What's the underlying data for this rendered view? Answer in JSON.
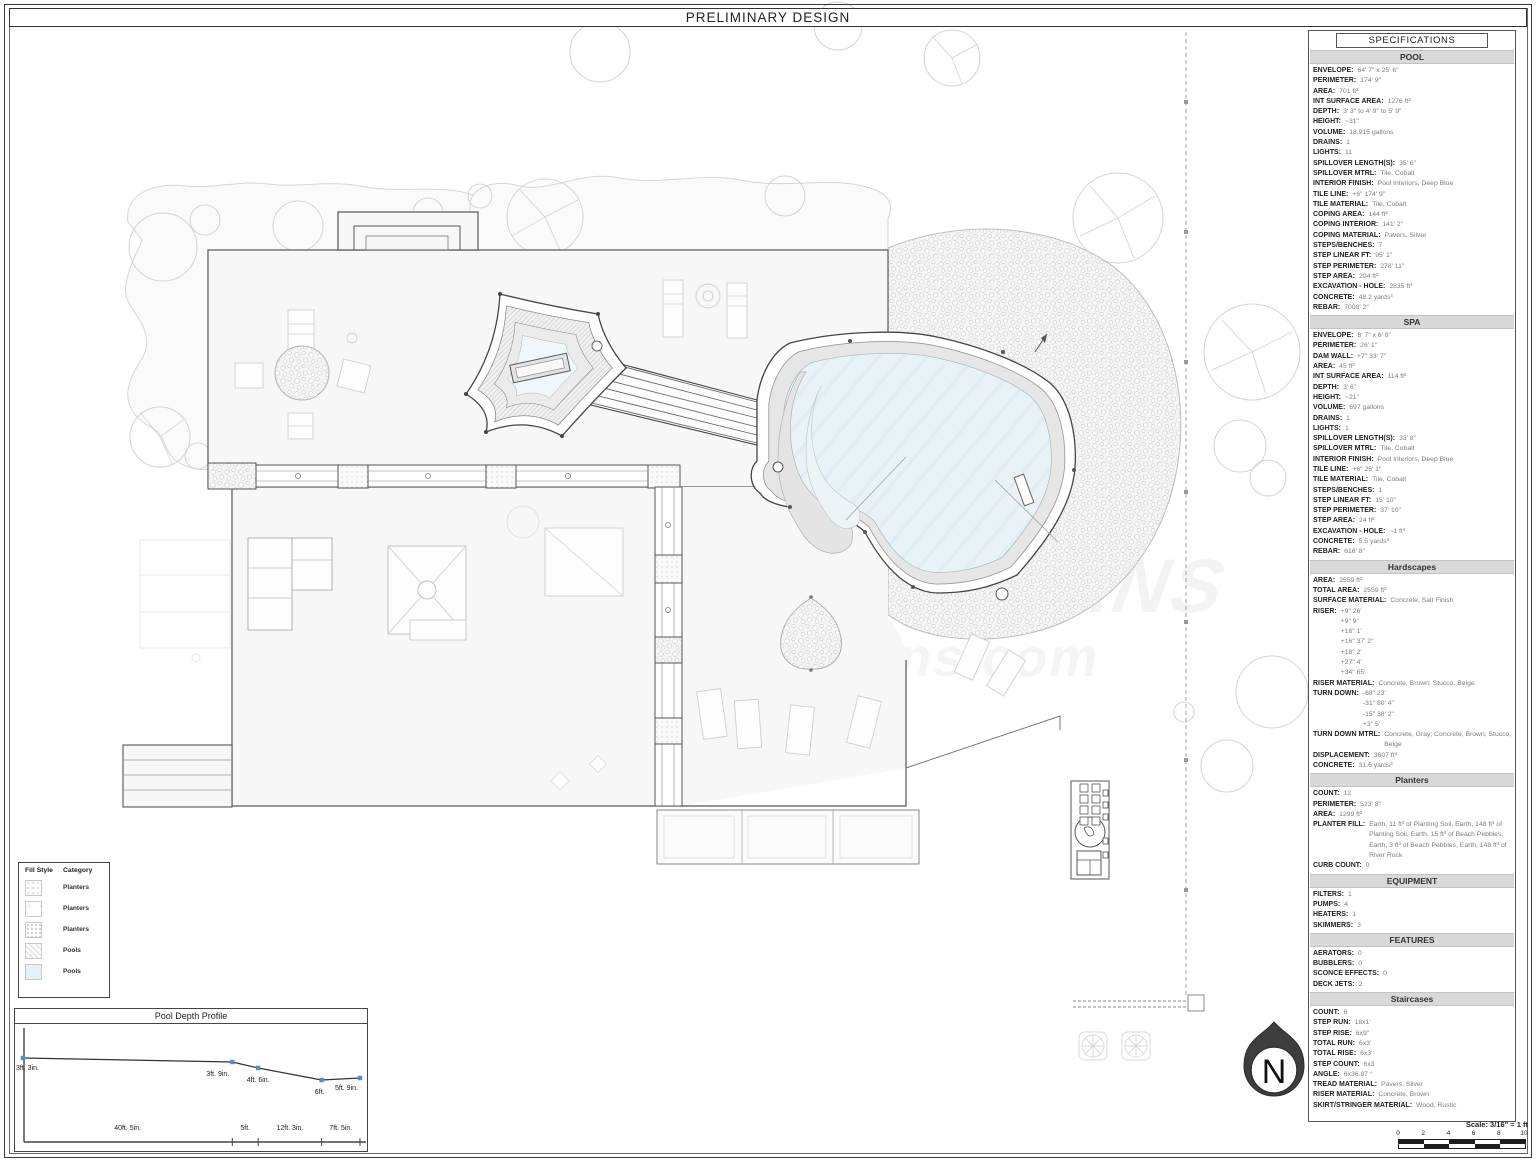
{
  "page": {
    "title": "PRELIMINARY DESIGN"
  },
  "watermark": {
    "line1": "YOUR POOL PLANS",
    "line2": "yourpoolplans.com"
  },
  "north_arrow": {
    "label": "N"
  },
  "scale_bar": {
    "label": "Scale: 3/16\" = 1 ft",
    "ticks": [
      "0",
      "2",
      "4",
      "6",
      "8",
      "10"
    ]
  },
  "legend": {
    "headers": [
      "Fill Style",
      "Category"
    ],
    "rows": [
      {
        "category": "Planters",
        "fill": "dots-light"
      },
      {
        "category": "Planters",
        "fill": "pebbles"
      },
      {
        "category": "Planters",
        "fill": "dots"
      },
      {
        "category": "Pools",
        "fill": "hatch"
      },
      {
        "category": "Pools",
        "fill": "water"
      }
    ]
  },
  "chart_data": {
    "type": "line",
    "title": "Pool Depth Profile",
    "points": [
      {
        "label": "3ft. 3in.",
        "depth_ft": 3.25,
        "distance_ft": 0
      },
      {
        "label": "3ft. 9in.",
        "depth_ft": 3.75,
        "distance_ft": 40.42
      },
      {
        "label": "4ft. 6in.",
        "depth_ft": 4.5,
        "distance_ft": 45.42
      },
      {
        "label": "6ft.",
        "depth_ft": 6.0,
        "distance_ft": 57.67
      },
      {
        "label": "5ft. 9in.",
        "depth_ft": 5.75,
        "distance_ft": 65.08
      }
    ],
    "segment_labels": [
      "40ft. 5in.",
      "5ft.",
      "12ft. 3in.",
      "7ft. 5in."
    ],
    "xlabel": "",
    "ylabel": "",
    "grid": false,
    "point_color": "#4a90d2",
    "line_color": "#333333"
  },
  "spec_panel": {
    "title": "SPECIFICATIONS",
    "sections": [
      {
        "title": "POOL",
        "rows": [
          {
            "label": "ENVELOPE:",
            "value": "64' 7\" x 25' 6\""
          },
          {
            "label": "PERIMETER:",
            "value": "174' 9\""
          },
          {
            "label": "AREA:",
            "value": "701 ft²"
          },
          {
            "label": "INT SURFACE AREA:",
            "value": "1276 ft²"
          },
          {
            "label": "DEPTH:",
            "value": "3' 3\" to 4' 9\" to 5' 9\""
          },
          {
            "label": "HEIGHT:",
            "value": "~31\""
          },
          {
            "label": "VOLUME:",
            "value": "18,915 gallons"
          },
          {
            "label": "DRAINS:",
            "value": "1"
          },
          {
            "label": "LIGHTS:",
            "value": "11"
          },
          {
            "label": "SPILLOVER LENGTH(S):",
            "value": "35' 6\""
          },
          {
            "label": "SPILLOVER MTRL:",
            "value": "Tile, Cobalt"
          },
          {
            "label": "INTERIOR FINISH:",
            "value": "Pool Interiors, Deep Blue"
          },
          {
            "label": "TILE LINE:",
            "value": "+6\" 174' 9\""
          },
          {
            "label": "TILE MATERIAL:",
            "value": "Tile, Cobalt"
          },
          {
            "label": "COPING AREA:",
            "value": "144 ft²"
          },
          {
            "label": "COPING INTERIOR:",
            "value": "141' 2\""
          },
          {
            "label": "COPING MATERIAL:",
            "value": "Pavers, Silver"
          },
          {
            "label": "STEPS/BENCHES:",
            "value": "7"
          },
          {
            "label": "STEP LINEAR FT:",
            "value": "95' 1\""
          },
          {
            "label": "STEP PERIMETER:",
            "value": "278' 11\""
          },
          {
            "label": "STEP AREA:",
            "value": "204 ft²"
          },
          {
            "label": "EXCAVATION - HOLE:",
            "value": "2835 ft³"
          },
          {
            "label": "CONCRETE:",
            "value": "48.2 yards³"
          },
          {
            "label": "REBAR:",
            "value": "7008' 2\""
          }
        ]
      },
      {
        "title": "SPA",
        "rows": [
          {
            "label": "ENVELOPE:",
            "value": "8' 7\" x 6' 8\""
          },
          {
            "label": "PERIMETER:",
            "value": "26' 1\""
          },
          {
            "label": "DAM WALL:",
            "value": "+7\" 33' 7\""
          },
          {
            "label": "AREA:",
            "value": "45 ft²"
          },
          {
            "label": "INT SURFACE AREA:",
            "value": "114 ft²"
          },
          {
            "label": "DEPTH:",
            "value": "3' 6\""
          },
          {
            "label": "HEIGHT:",
            "value": "~21\""
          },
          {
            "label": "VOLUME:",
            "value": "697 gallons"
          },
          {
            "label": "DRAINS:",
            "value": "1"
          },
          {
            "label": "LIGHTS:",
            "value": "1"
          },
          {
            "label": "SPILLOVER LENGTH(S):",
            "value": "33' 8\""
          },
          {
            "label": "SPILLOVER MTRL:",
            "value": "Tile, Cobalt"
          },
          {
            "label": "INTERIOR FINISH:",
            "value": "Pool Interiors, Deep Blue"
          },
          {
            "label": "TILE LINE:",
            "value": "+6\" 26' 1\""
          },
          {
            "label": "TILE MATERIAL:",
            "value": "Tile, Cobalt"
          },
          {
            "label": "STEPS/BENCHES:",
            "value": "1"
          },
          {
            "label": "STEP LINEAR FT:",
            "value": "15' 10\""
          },
          {
            "label": "STEP PERIMETER:",
            "value": "37' 10\""
          },
          {
            "label": "STEP AREA:",
            "value": "24 ft²"
          },
          {
            "label": "EXCAVATION - HOLE:",
            "value": "~1 ft³"
          },
          {
            "label": "CONCRETE:",
            "value": "5.5 yards³"
          },
          {
            "label": "REBAR:",
            "value": "616' 8\""
          }
        ]
      },
      {
        "title": "Hardscapes",
        "rows": [
          {
            "label": "AREA:",
            "value": "2559 ft²"
          },
          {
            "label": "TOTAL AREA:",
            "value": "2559 ft²"
          },
          {
            "label": "SURFACE MATERIAL:",
            "value": "Concrete, Salt Finish"
          },
          {
            "label": "RISER:",
            "value": "+9\" 26'\n+9\" 9'\n+16\" 1'\n+16\" 37' 2\"\n+18\" 2'\n+27\" 4'\n+34\" 65'"
          },
          {
            "label": "RISER MATERIAL:",
            "value": "Concrete, Brown; Stucco, Beige"
          },
          {
            "label": "TURN DOWN:",
            "value": "-68\" 23'\n-31\" 80' 4\"\n-15\" 38' 2\"\n+3\" 5'"
          },
          {
            "label": "TURN DOWN MTRL:",
            "value": "Concrete, Gray; Concrete, Brown; Stucco,\nBeige"
          },
          {
            "label": "DISPLACEMENT:",
            "value": "3607 ft³"
          },
          {
            "label": "CONCRETE:",
            "value": "31.6 yards³"
          }
        ]
      },
      {
        "title": "Planters",
        "rows": [
          {
            "label": "COUNT:",
            "value": "12"
          },
          {
            "label": "PERIMETER:",
            "value": "523' 8\""
          },
          {
            "label": "AREA:",
            "value": "1299 ft²"
          },
          {
            "label": "PLANTER FILL:",
            "value": "Earth, 11 ft³ of Planting Soil, Earth, 148 ft³ of Planting Soil, Earth, 15 ft³ of Beach Pebbles, Earth, 3 ft³ of Beach Pebbles, Earth, 148 ft³ of River Rock"
          },
          {
            "label": "CURB COUNT:",
            "value": "0"
          }
        ]
      },
      {
        "title": "EQUIPMENT",
        "rows": [
          {
            "label": "FILTERS:",
            "value": "1"
          },
          {
            "label": "PUMPS:",
            "value": "4"
          },
          {
            "label": "HEATERS:",
            "value": "1"
          },
          {
            "label": "SKIMMERS:",
            "value": "3"
          }
        ]
      },
      {
        "title": "FEATURES",
        "rows": [
          {
            "label": "AERATORS:",
            "value": "0"
          },
          {
            "label": "BUBBLERS:",
            "value": "0"
          },
          {
            "label": "SCONCE EFFECTS:",
            "value": "0"
          },
          {
            "label": "DECK JETS:",
            "value": "2"
          }
        ]
      },
      {
        "title": "Staircases",
        "rows": [
          {
            "label": "COUNT:",
            "value": "6"
          },
          {
            "label": "STEP RUN:",
            "value": "18x1'"
          },
          {
            "label": "STEP RISE:",
            "value": "6x9\""
          },
          {
            "label": "TOTAL RUN:",
            "value": "6x3'"
          },
          {
            "label": "TOTAL RISE:",
            "value": "6x3'"
          },
          {
            "label": "STEP COUNT:",
            "value": "6x3"
          },
          {
            "label": "ANGLE:",
            "value": "6x36.87 °"
          },
          {
            "label": "TREAD MATERIAL:",
            "value": "Pavers, Silver"
          },
          {
            "label": "RISER MATERIAL:",
            "value": "Concrete, Brown"
          },
          {
            "label": "SKIRT/STRINGER MATERIAL:",
            "value": "Wood, Rustic"
          }
        ]
      }
    ]
  }
}
